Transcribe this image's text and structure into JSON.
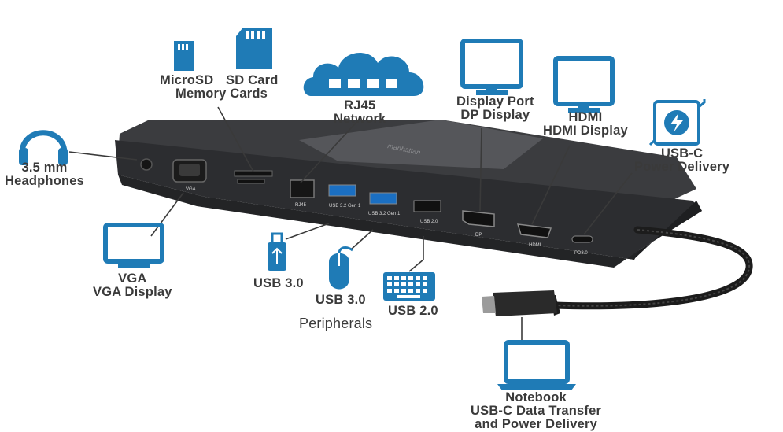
{
  "colors": {
    "icon": "#1f7bb6",
    "line": "#3a3a3a",
    "dock": "#2f3033",
    "dock_top": "#4a4b4e",
    "text": "#3a3a3a"
  },
  "labels": {
    "headphones": [
      "3.5 mm",
      "Headphones"
    ],
    "microsd": "MicroSD",
    "sdcard": "SD Card",
    "memory_cards": "Memory Cards",
    "rj45": [
      "RJ45",
      "Network"
    ],
    "displayport": [
      "Display Port",
      "DP Display"
    ],
    "hdmi": [
      "HDMI",
      "HDMI Display"
    ],
    "usbc_pd": [
      "USB-C",
      "Power Delivery"
    ],
    "vga": [
      "VGA",
      "VGA Display"
    ],
    "usb30_a": "USB 3.0",
    "usb30_b": "USB 3.0",
    "usb20": "USB 2.0",
    "peripherals": "Peripherals",
    "notebook": [
      "Notebook",
      "USB-C Data Transfer",
      "and Power Delivery"
    ]
  },
  "port_labels": {
    "vga": "VGA",
    "rj45": "RJ45",
    "usb1": "USB 3.2 Gen 1",
    "usb2": "USB 3.2 Gen 1",
    "usb3": "USB 2.0",
    "dp": "DP",
    "hdmi": "HDMI",
    "pd": "PD3.0"
  },
  "brand": "manhattan"
}
